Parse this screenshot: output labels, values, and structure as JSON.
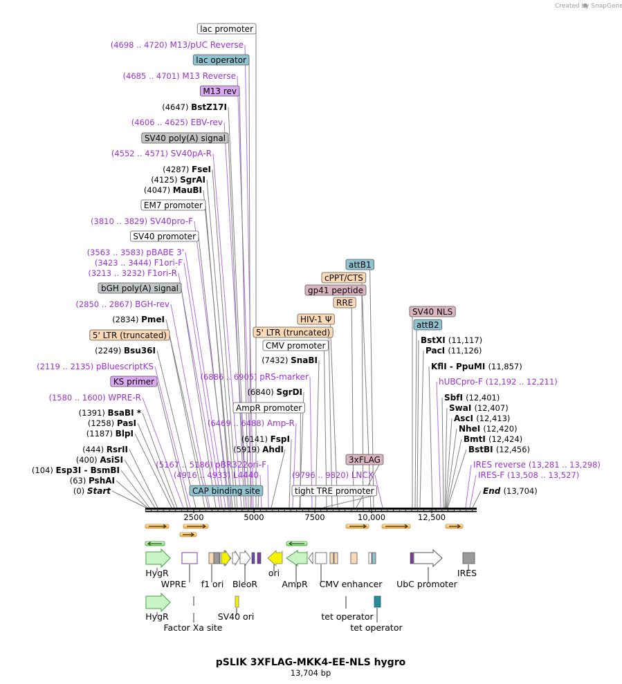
{
  "credit": "Created by SnapGene",
  "title": "pSLIK 3XFLAG-MKK4-EE-NLS hygro",
  "size": "13,704 bp",
  "ruler_ticks": [
    "2500",
    "5000",
    "7500",
    "10,000",
    "12,500"
  ],
  "colors": {
    "primer": "#9b30d6",
    "promoter_box": "#ffffff",
    "cyan_box": "#8fc3cf",
    "purple_box": "#d9a8f0",
    "gray_box": "#c2c4c6",
    "peach_box": "#fbd9b5",
    "pink_box": "#dcb4bf",
    "marker_green": "#c9f5c4",
    "orf_yellow": "#f5f200",
    "orf_orange": "#f2b04a"
  },
  "left_labels": [
    {
      "text": "lac promoter",
      "type": "box",
      "style": "promoter"
    },
    {
      "pos": "(4698 .. 4720)",
      "text": "M13/pUC Reverse",
      "type": "primer"
    },
    {
      "text": "lac operator",
      "type": "box",
      "style": "cyan"
    },
    {
      "pos": "(4685 .. 4701)",
      "text": "M13 Reverse",
      "type": "primer"
    },
    {
      "text": "M13 rev",
      "type": "box",
      "style": "purple"
    },
    {
      "pos": "(4647)",
      "text": "BstZ17I",
      "type": "enzyme"
    },
    {
      "pos": "(4606 .. 4625)",
      "text": "EBV-rev",
      "type": "primer"
    },
    {
      "text": "SV40 poly(A) signal",
      "type": "box",
      "style": "gray"
    },
    {
      "pos": "(4552 .. 4571)",
      "text": "SV40pA-R",
      "type": "primer"
    },
    {
      "pos": "(4287)",
      "text": "FseI",
      "type": "enzyme"
    },
    {
      "pos": "(4125)",
      "text": "SgrAI",
      "type": "enzyme"
    },
    {
      "pos": "(4047)",
      "text": "MauBI",
      "type": "enzyme"
    },
    {
      "text": "EM7 promoter",
      "type": "box",
      "style": "promoter"
    },
    {
      "pos": "(3810 .. 3829)",
      "text": "SV40pro-F",
      "type": "primer"
    },
    {
      "text": "SV40 promoter",
      "type": "box",
      "style": "promoter"
    },
    {
      "pos": "(3563 .. 3583)",
      "text": "pBABE 3'",
      "type": "primer"
    },
    {
      "pos": "(3423 .. 3444)",
      "text": "F1ori-F",
      "type": "primer"
    },
    {
      "pos": "(3213 .. 3232)",
      "text": "F1ori-R",
      "type": "primer"
    },
    {
      "text": "bGH poly(A) signal",
      "type": "box",
      "style": "gray"
    },
    {
      "pos": "(2850 .. 2867)",
      "text": "BGH-rev",
      "type": "primer"
    },
    {
      "pos": "(2834)",
      "text": "PmeI",
      "type": "enzyme"
    },
    {
      "text": "5' LTR (truncated)",
      "type": "box",
      "style": "peach"
    },
    {
      "pos": "(2249)",
      "text": "Bsu36I",
      "type": "enzyme"
    },
    {
      "pos": "(2119 .. 2135)",
      "text": "pBluescriptKS",
      "type": "primer"
    },
    {
      "text": "KS primer",
      "type": "box",
      "style": "purple"
    },
    {
      "pos": "(1580 .. 1600)",
      "text": "WPRE-R",
      "type": "primer"
    },
    {
      "pos": "(1391)",
      "text": "BsaBI *",
      "type": "enzyme"
    },
    {
      "pos": "(1258)",
      "text": "PasI",
      "type": "enzyme"
    },
    {
      "pos": "(1187)",
      "text": "BlpI",
      "type": "enzyme"
    },
    {
      "pos": "(444)",
      "text": "RsrII",
      "type": "enzyme"
    },
    {
      "pos": "(400)",
      "text": "AsiSI",
      "type": "enzyme"
    },
    {
      "pos": "(104)",
      "text": "Esp3I  -  BsmBI",
      "type": "enzyme"
    },
    {
      "pos": "(63)",
      "text": "PshAI",
      "type": "enzyme"
    },
    {
      "pos": "(0)",
      "text": "Start",
      "type": "start"
    }
  ],
  "middle_labels": [
    {
      "text": "attB1",
      "type": "box",
      "style": "cyan"
    },
    {
      "text": "cPPT/CTS",
      "type": "box",
      "style": "peach"
    },
    {
      "text": "gp41 peptide",
      "type": "box",
      "style": "pink"
    },
    {
      "text": "RRE",
      "type": "box",
      "style": "peach"
    },
    {
      "text": "HIV-1 Ψ",
      "type": "box",
      "style": "peach"
    },
    {
      "text": "5' LTR (truncated)",
      "type": "box",
      "style": "peach"
    },
    {
      "text": "CMV promoter",
      "type": "box",
      "style": "promoter"
    },
    {
      "pos": "(7432)",
      "text": "SnaBI",
      "type": "enzyme"
    },
    {
      "pos": "(6886 .. 6905)",
      "text": "pRS-marker",
      "type": "primer"
    },
    {
      "pos": "(6840)",
      "text": "SgrDI",
      "type": "enzyme"
    },
    {
      "text": "AmpR promoter",
      "type": "box",
      "style": "promoter"
    },
    {
      "pos": "(6469 .. 6488)",
      "text": "Amp-R",
      "type": "primer"
    },
    {
      "pos": "(6141)",
      "text": "FspI",
      "type": "enzyme"
    },
    {
      "pos": "(5919)",
      "text": "AhdI",
      "type": "enzyme"
    },
    {
      "pos": "(5167 .. 5186)",
      "text": "pBR322ori-F",
      "type": "primer"
    },
    {
      "pos": "(4916 .. 4933)",
      "text": "L4440",
      "type": "primer"
    },
    {
      "text": "CAP binding site",
      "type": "box",
      "style": "cyan"
    },
    {
      "text": "3xFLAG",
      "type": "box",
      "style": "pink"
    },
    {
      "pos": "(9796 .. 9820)",
      "text": "LNCX",
      "type": "primer"
    },
    {
      "text": "tight TRE promoter",
      "type": "box",
      "style": "promoter"
    }
  ],
  "right_labels": [
    {
      "text": "SV40 NLS",
      "type": "box",
      "style": "pink"
    },
    {
      "text": "attB2",
      "type": "box",
      "style": "cyan"
    },
    {
      "text": "BstXI",
      "pos": "(11,117)",
      "type": "enzyme"
    },
    {
      "text": "PacI",
      "pos": "(11,126)",
      "type": "enzyme"
    },
    {
      "text": "KflI  -  PpuMI",
      "pos": "(11,857)",
      "type": "enzyme"
    },
    {
      "text": "hUBCpro-F",
      "pos": "(12,192 .. 12,211)",
      "type": "primer"
    },
    {
      "text": "SbfI",
      "pos": "(12,401)",
      "type": "enzyme"
    },
    {
      "text": "SwaI",
      "pos": "(12,407)",
      "type": "enzyme"
    },
    {
      "text": "AscI",
      "pos": "(12,413)",
      "type": "enzyme"
    },
    {
      "text": "NheI",
      "pos": "(12,420)",
      "type": "enzyme"
    },
    {
      "text": "BmtI",
      "pos": "(12,424)",
      "type": "enzyme"
    },
    {
      "text": "BstBI",
      "pos": "(12,456)",
      "type": "enzyme"
    },
    {
      "text": "IRES reverse",
      "pos": "(13,281 .. 13,298)",
      "type": "primer"
    },
    {
      "text": "IRES-F",
      "pos": "(13,508 .. 13,527)",
      "type": "primer"
    },
    {
      "text": "End",
      "pos": "(13,704)",
      "type": "end"
    }
  ],
  "feature_labels": {
    "row1": [
      "HygR",
      "IRES"
    ],
    "row2": [
      "WPRE",
      "f1 ori",
      "BleoR",
      "ori",
      "AmpR",
      "CMV enhancer",
      "UbC promoter"
    ],
    "row3": [
      "HygR",
      "SV40 ori",
      "tet operator"
    ],
    "row4": [
      "Factor Xa site",
      "tet operator"
    ]
  }
}
